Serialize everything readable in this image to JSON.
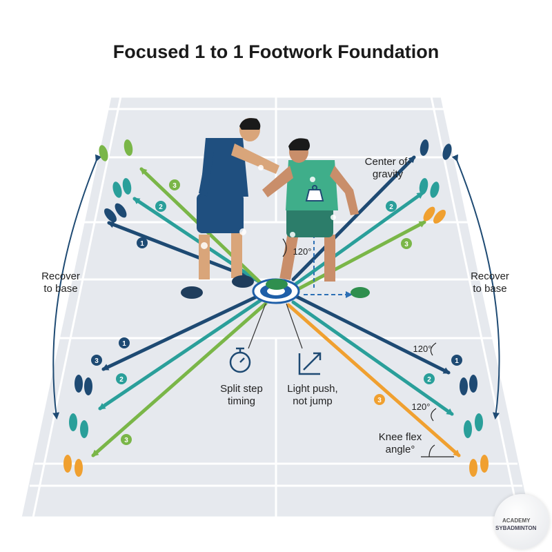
{
  "title": "Focused 1 to 1 Footwork Foundation",
  "labels": {
    "center_of_gravity": "Center of-\ngravity",
    "recover_left": "Recover\nto base",
    "recover_right": "Recover\nto base",
    "split_step": "Split step\ntiming",
    "light_push": "Light push,\nnot jump",
    "knee_flex": "Knee flex\nangle°",
    "angle_knee": "120°",
    "angle_right_1": "120°",
    "angle_right_2": "120°"
  },
  "badges": {
    "left_upper": [
      "1",
      "2",
      "3"
    ],
    "right_upper": [
      "2",
      "3"
    ],
    "left_lower": [
      "1",
      "3",
      "2",
      "3"
    ],
    "right_lower": [
      "1",
      "2",
      "3"
    ]
  },
  "logo": {
    "line1": "ACADEMY",
    "line2": "BADMINTON",
    "prefix": "SY"
  },
  "colors": {
    "navy": "#1e4a73",
    "teal": "#2a9f9a",
    "green": "#7ab648",
    "orange": "#f0a030",
    "court": "#e8ebef",
    "court_line": "#ffffff",
    "shirt_coach": "#1f4f7f",
    "shirt_player": "#3fae8a"
  }
}
